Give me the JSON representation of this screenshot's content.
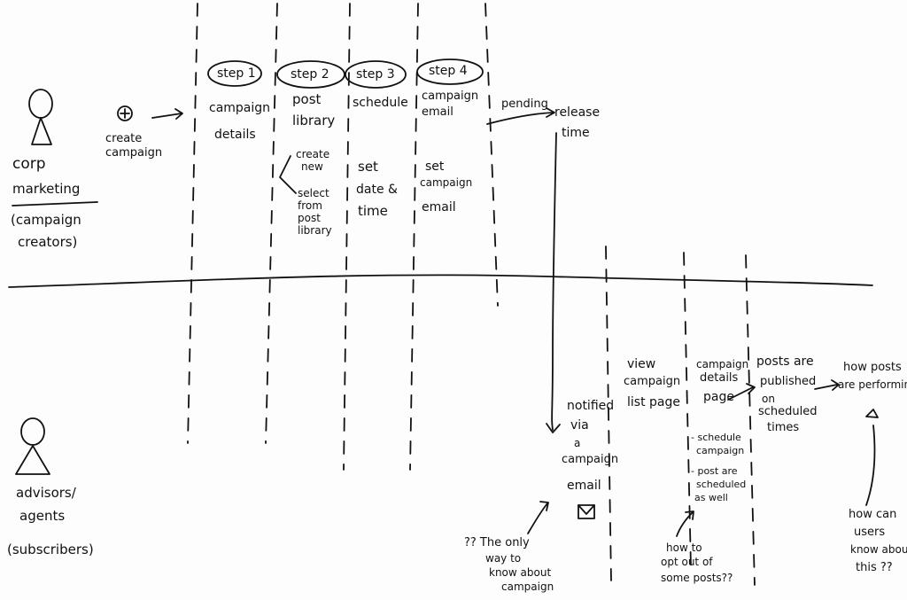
{
  "actors": {
    "corp": [
      "corp",
      "marketing",
      "(campaign",
      "creators)"
    ],
    "advisors": [
      "advisors/",
      "agents",
      "(subscribers)"
    ]
  },
  "create_campaign": [
    "create",
    "campaign"
  ],
  "steps": {
    "step1": {
      "label": "step 1",
      "title": [
        "campaign",
        "details"
      ]
    },
    "step2": {
      "label": "step 2",
      "title": [
        "post",
        "library"
      ],
      "options": {
        "create": [
          "create",
          "new"
        ],
        "select": [
          "select",
          "from",
          "post",
          "library"
        ]
      }
    },
    "step3": {
      "label": "step 3",
      "title": [
        "schedule"
      ],
      "detail": [
        "set",
        "date &",
        "time"
      ]
    },
    "step4": {
      "label": "step 4",
      "title": [
        "campaign",
        "email"
      ],
      "detail": [
        "set",
        "campaign",
        "email"
      ]
    }
  },
  "pending": "pending",
  "release_time": [
    "release",
    "time"
  ],
  "subscriber_flow": {
    "notified": [
      "notified",
      "via",
      "a",
      "campaign",
      "email"
    ],
    "view_list": [
      "view",
      "campaign",
      "list page"
    ],
    "details_page": [
      "campaign",
      "details",
      "page"
    ],
    "details_notes": [
      "- schedule",
      "campaign",
      "- post are",
      "scheduled",
      "as well"
    ],
    "posts_published": [
      "posts are",
      "published",
      "on",
      "scheduled",
      "times"
    ],
    "how_performing": [
      "how posts",
      "are performing"
    ]
  },
  "questions": {
    "only_way": [
      "?? The only",
      "way to",
      "know about",
      "campaign"
    ],
    "opt_out": [
      "how to",
      "opt out of",
      "some posts??"
    ],
    "how_can_users": [
      "how can",
      "users",
      "know about",
      "this ??"
    ]
  }
}
